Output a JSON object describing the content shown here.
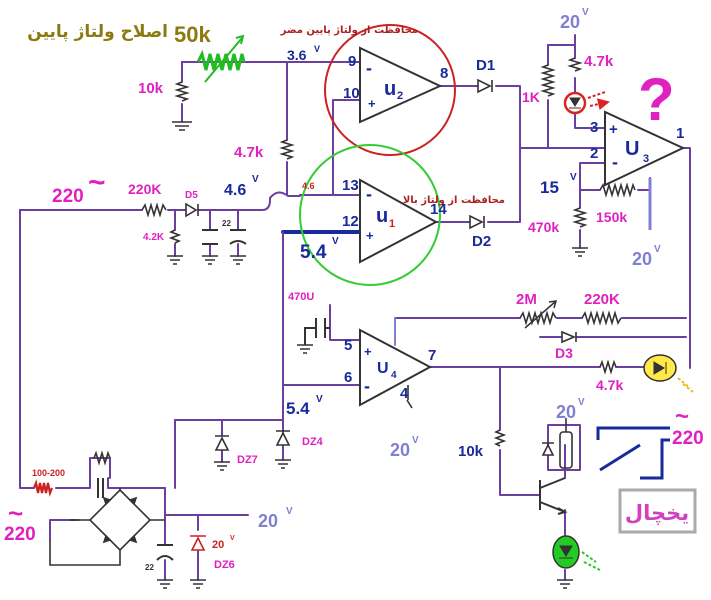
{
  "labels": {
    "title_fa": "اصلاح ولتاژ پایین",
    "pot_50k": "50k",
    "prot_low": "محافظت از ولتاژ پایین مضر",
    "prot_high": "محافظت از ولتاژ بالا",
    "fridge": "یخچال",
    "question": "?",
    "u1": "u",
    "u1_sub": "1",
    "u2": "u",
    "u2_sub": "2",
    "u3": "U",
    "u3_sub": "3",
    "u4": "U",
    "u4_sub": "4",
    "d1": "D1",
    "d2": "D2",
    "d3": "D3",
    "d5": "D5",
    "dz4": "DZ4",
    "dz6": "DZ6",
    "dz7": "DZ7",
    "r10k_top": "10k",
    "r47k_a": "4.7k",
    "r47k_top": "4.7k",
    "r47k_led": "4.7k",
    "r1k": "1K",
    "r470k": "470k",
    "r150k": "150k",
    "r220k_in": "220K",
    "r42k": "4.2K",
    "c22": "22",
    "r2m": "2M",
    "r220k_fb": "220K",
    "c470u": "470U",
    "r10k_tr": "10k",
    "r100_200": "100-200",
    "c22_bot": "22",
    "v36": "3.6",
    "v46": "4.6",
    "v46s": "4.6",
    "v54a": "5.4",
    "v54b": "5.4",
    "v15": "15",
    "v20_top": "20",
    "v20_u3": "20",
    "v20_u4": "20",
    "v20_tr": "20",
    "v20_out": "20",
    "v20_dz6": "20",
    "v_unit": "V",
    "ac220_left": "220",
    "ac220_bottom": "220",
    "ac220_right": "220",
    "tilde": "~",
    "pin_9": "9",
    "pin_10": "10",
    "pin_8": "8",
    "pin_13": "13",
    "pin_12": "12",
    "pin_14": "14",
    "pin_3": "3",
    "pin_2": "2",
    "pin_1": "1",
    "pin_5": "5",
    "pin_6": "6",
    "pin_7": "7",
    "pin_4": "4",
    "minus": "-",
    "plus": "+"
  },
  "colors": {
    "wire": "#6a3fa0",
    "label_magenta": "#e020c0",
    "label_navy": "#1a2a9a",
    "label_blue_grey": "#8080d0",
    "u2_circle": "#cc2222",
    "u1_circle": "#33cc33",
    "pot_green": "#22bb22",
    "title_olive": "#8a7a10",
    "prot_red": "#aa2020",
    "fridge_pink": "#d040c0",
    "led_yellow": "#ffe84a",
    "led_red": "#dd2222",
    "led_green": "#22cc22"
  }
}
